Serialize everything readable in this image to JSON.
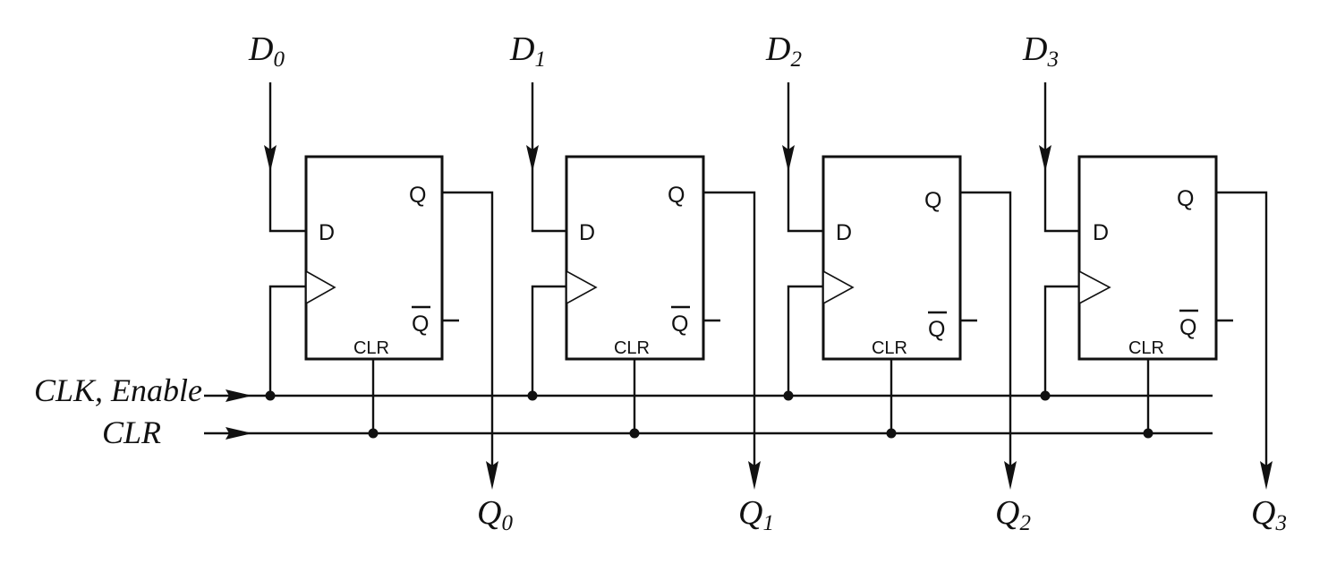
{
  "signals": {
    "clk_enable": "CLK, Enable",
    "clr": "CLR"
  },
  "pins": {
    "d": "D",
    "q": "Q",
    "q_bar": "Q",
    "clr": "CLR"
  },
  "flip_flops": [
    {
      "input": {
        "base": "D",
        "sub": "0"
      },
      "output": {
        "base": "Q",
        "sub": "0"
      }
    },
    {
      "input": {
        "base": "D",
        "sub": "1"
      },
      "output": {
        "base": "Q",
        "sub": "1"
      }
    },
    {
      "input": {
        "base": "D",
        "sub": "2"
      },
      "output": {
        "base": "Q",
        "sub": "2"
      }
    },
    {
      "input": {
        "base": "D",
        "sub": "3"
      },
      "output": {
        "base": "Q",
        "sub": "3"
      }
    }
  ]
}
